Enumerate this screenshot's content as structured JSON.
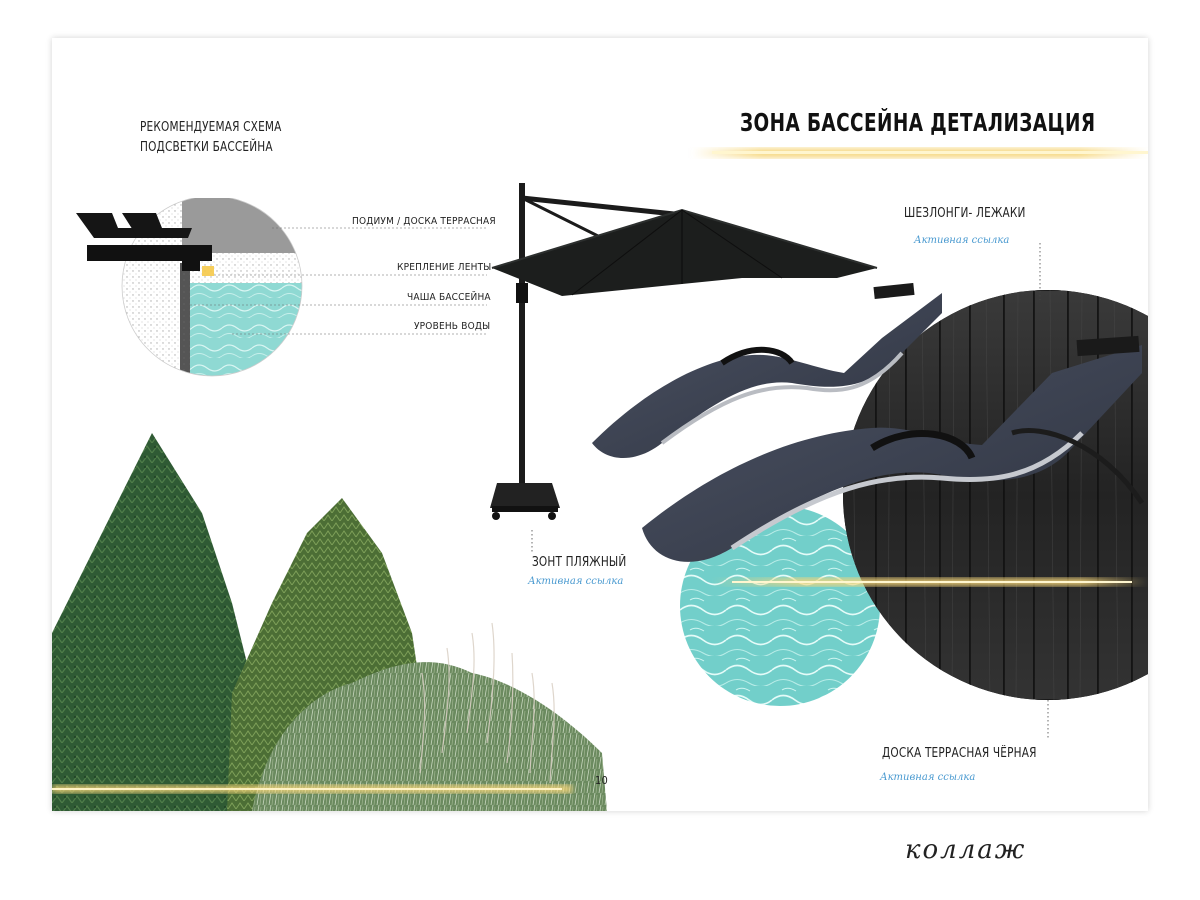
{
  "page": {
    "title": "ЗОНА БАССЕЙНА   ДЕТАЛИЗАЦИЯ",
    "page_number": "10",
    "handwritten_caption": "коллаж"
  },
  "scheme": {
    "title_line1": "РЕКОМЕНДУЕМАЯ  СХЕМА",
    "title_line2": "ПОДСВЕТКИ БАССЕЙНА",
    "callouts": [
      "ПОДИУМ / ДОСКА ТЕРРАСНАЯ",
      "КРЕПЛЕНИЕ ЛЕНТЫ",
      "ЧАША БАССЕЙНА",
      "УРОВЕНЬ ВОДЫ"
    ]
  },
  "items": {
    "loungers": {
      "label": "ШЕЗЛОНГИ- ЛЕЖАКИ",
      "link": "Активная ссылка"
    },
    "umbrella": {
      "label": "ЗОНТ ПЛЯЖНЫЙ",
      "link": "Активная ссылка"
    },
    "decking": {
      "label": "ДОСКА ТЕРРАСНАЯ ЧЁРНАЯ",
      "link": "Активная ссылка"
    }
  },
  "colors": {
    "glow": "#f3d27a",
    "water": "#7fd3cf",
    "wood": "#2b2b2b",
    "link": "#4a9ad0",
    "lounger": "#3b4150"
  }
}
